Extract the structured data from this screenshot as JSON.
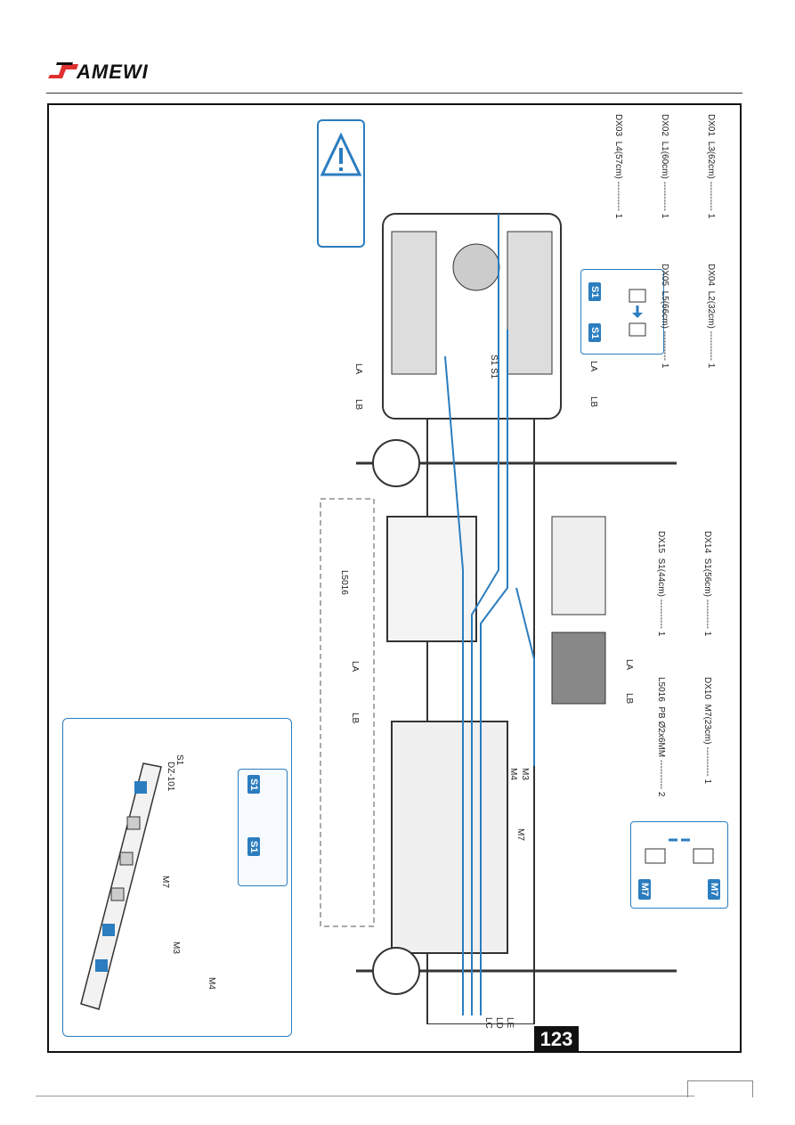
{
  "brand": {
    "name": "AMEWI",
    "red": "#e03030"
  },
  "page_number": "123",
  "warning_icon": "warning-triangle-icon",
  "accent_color": "#2b7dbf",
  "cables": [
    {
      "code": "DX01",
      "label": "L3(62cm)",
      "qty": "1"
    },
    {
      "code": "DX02",
      "label": "L1(60cm)",
      "qty": "1"
    },
    {
      "code": "DX03",
      "label": "L4(57cm)",
      "qty": "1"
    },
    {
      "code": "DX04",
      "label": "L2(32cm)",
      "qty": "1"
    },
    {
      "code": "DX05",
      "label": "L5(66cm)",
      "qty": "1"
    },
    {
      "code": "DX14",
      "label": "S1(56cm)",
      "qty": "1"
    },
    {
      "code": "DX15",
      "label": "S1(44cm)",
      "qty": "1"
    },
    {
      "code": "DX10",
      "label": "M7(23cm)",
      "qty": "1"
    },
    {
      "code": "L5016",
      "label": "PB Ø2x6MM",
      "qty": "2"
    }
  ],
  "callouts": {
    "s1": "S1",
    "m7": "M7",
    "m3": "M3",
    "m4": "M4",
    "dz": "DZ-101",
    "la": "LA",
    "lb": "LB",
    "lc": "LC",
    "ld": "LD",
    "le": "LE",
    "s1s1": "S1 S1",
    "l5016": "L5016"
  }
}
